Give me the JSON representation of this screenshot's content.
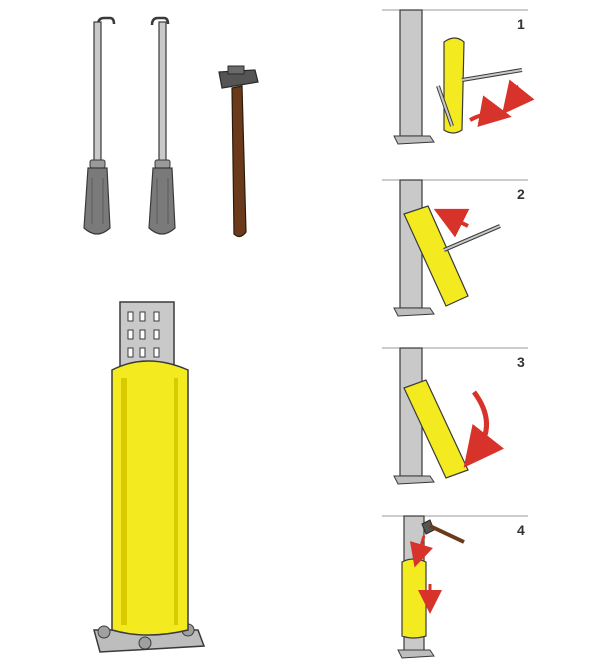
{
  "colors": {
    "guard_yellow": "#f3ea1f",
    "guard_shade": "#d8cc00",
    "steel": "#c9c9c9",
    "steel_dark": "#9a9a9a",
    "grip": "#7a7a7a",
    "hammer_handle": "#6b3a1a",
    "hammer_head": "#555555",
    "arrow_red": "#d8332a",
    "outline": "#3a3a3a"
  },
  "icons": {
    "tool_left": "pry-bar-icon",
    "tool_middle": "pry-bar-icon",
    "tool_right": "hammer-icon"
  },
  "steps": [
    {
      "number": "1",
      "action": "insert-and-lever"
    },
    {
      "number": "2",
      "action": "pull-open"
    },
    {
      "number": "3",
      "action": "swing-onto-upright"
    },
    {
      "number": "4",
      "action": "hammer-down"
    }
  ]
}
